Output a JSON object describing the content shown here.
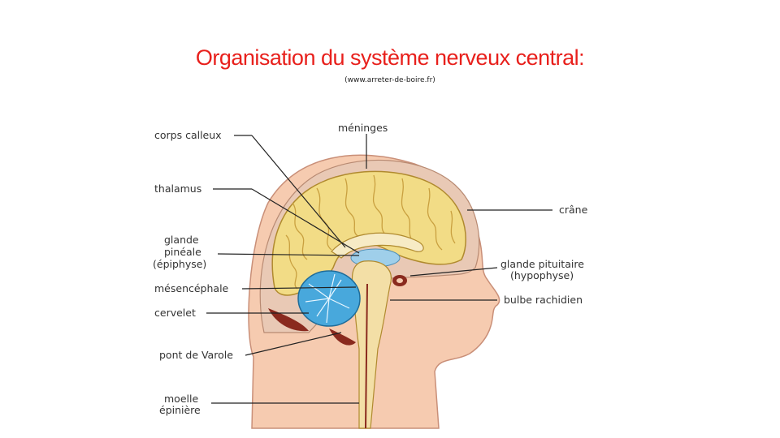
{
  "title": "Organisation du système nerveux central:",
  "source": "(www.arreter-de-boire.fr)",
  "labels": {
    "corps_calleux": "corps calleux",
    "meninges": "méninges",
    "thalamus": "thalamus",
    "crane": "crâne",
    "glande_pineale_1": "glande",
    "glande_pineale_2": "pinéale",
    "glande_pineale_3": "(épiphyse)",
    "glande_pituitaire_1": "glande pituitaire",
    "glande_pituitaire_2": "(hypophyse)",
    "mesencephale": "mésencéphale",
    "bulbe_rachidien": "bulbe rachidien",
    "cervelet": "cervelet",
    "pont_de_varole": "pont de Varole",
    "moelle_1": "moelle",
    "moelle_2": "épinière"
  },
  "colors": {
    "title": "#e8201c",
    "skin": "#f6cbb0",
    "skin_outline": "#c98f78",
    "cortex": "#f2dc86",
    "cortex_fold": "#c9a040",
    "meninges": "#e9c9b5",
    "cerebellum": "#48a8dc",
    "ventricle": "#9fcfea",
    "brainstem": "#f3dfa6",
    "dark_red": "#8a2a1e"
  }
}
